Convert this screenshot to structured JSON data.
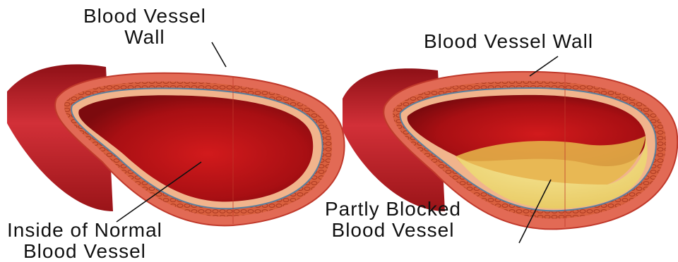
{
  "labels": {
    "normal_wall": [
      "Blood Vessel",
      "Wall"
    ],
    "normal_inside": [
      "Inside of Normal",
      "Blood Vessel"
    ],
    "blocked_wall": "Blood Vessel Wall",
    "blocked_inside": [
      "Partly Blocked",
      "Blood Vessel"
    ]
  },
  "colors": {
    "lumen": "#b01014",
    "vessel_outer": "#c4242a",
    "wall_tissue": "#e8866c",
    "wall_muscle": "#c84a2e",
    "membrane": "#5a7f9e",
    "plaque": "#f0d97a",
    "plaque_surface": "#e6b94a"
  }
}
